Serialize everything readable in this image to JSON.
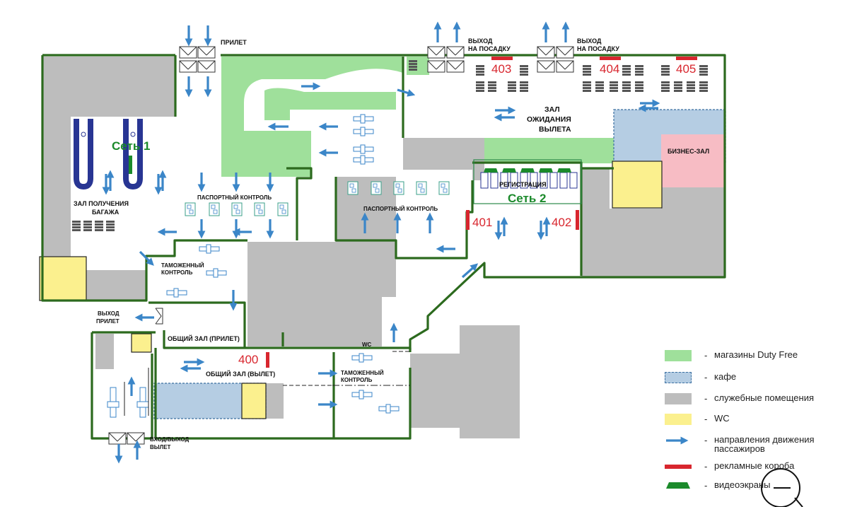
{
  "colors": {
    "duty_free": "#9fe09b",
    "cafe": "#b5cde3",
    "service": "#bdbdbd",
    "wc": "#fbf08e",
    "arrow": "#3b86c8",
    "ad_box": "#d8262e",
    "screen": "#1b8a2b",
    "wall": "#2c6a1e",
    "business": "#f7bcc4"
  },
  "labels": {
    "arrival_top": "ПРИЛЕТ",
    "gate_exit_1": "ВЫХОД",
    "gate_exit_1b": "НА ПОСАДКУ",
    "gate_exit_2": "ВЫХОД",
    "gate_exit_2b": "НА ПОСАДКУ",
    "waiting_1": "ЗАЛ",
    "waiting_2": "ОЖИДАНИЯ",
    "waiting_3": "ВЫЛЕТА",
    "business": "БИЗНЕС-ЗАЛ",
    "baggage_1": "ЗАЛ ПОЛУЧЕНИЯ",
    "baggage_2": "БАГАЖА",
    "passport_1": "ПАСПОРТНЫЙ КОНТРОЛЬ",
    "passport_2": "ПАСПОРТНЫЙ КОНТРОЛЬ",
    "checkin": "РЕГИСТРАЦИЯ",
    "customs_1a": "ТАМОЖЕННЫЙ",
    "customs_1b": "КОНТРОЛЬ",
    "exit_arr_1": "ВЫХОД",
    "exit_arr_2": "ПРИЛЕТ",
    "hall_arr": "ОБЩИЙ ЗАЛ (ПРИЛЕТ)",
    "hall_dep": "ОБЩИЙ ЗАЛ (ВЫЛЕТ)",
    "wc": "WC",
    "customs_2a": "ТАМОЖЕННЫЙ",
    "customs_2b": "КОНТРОЛЬ",
    "entry_1": "ВХОД/ВЫХОД",
    "entry_2": "ВЫЛЕТ"
  },
  "networks": {
    "net1": "Сеть 1",
    "net2": "Сеть 2"
  },
  "ad_numbers": {
    "n400": "400",
    "n401": "401",
    "n402": "402",
    "n403": "403",
    "n404": "404",
    "n405": "405"
  },
  "legend": [
    {
      "text": "магазины Duty Free"
    },
    {
      "text": "кафе"
    },
    {
      "text": "служебные помещения"
    },
    {
      "text": "WC"
    },
    {
      "text": "направления движения пассажиров"
    },
    {
      "text": "рекламные короба"
    },
    {
      "text": "видеоэкраны"
    }
  ],
  "legend_dash": "-",
  "icons": [
    "arrow-icon",
    "door-icon",
    "baggage-carousel-icon",
    "booth-icon",
    "seat-row-icon",
    "compass-icon"
  ]
}
